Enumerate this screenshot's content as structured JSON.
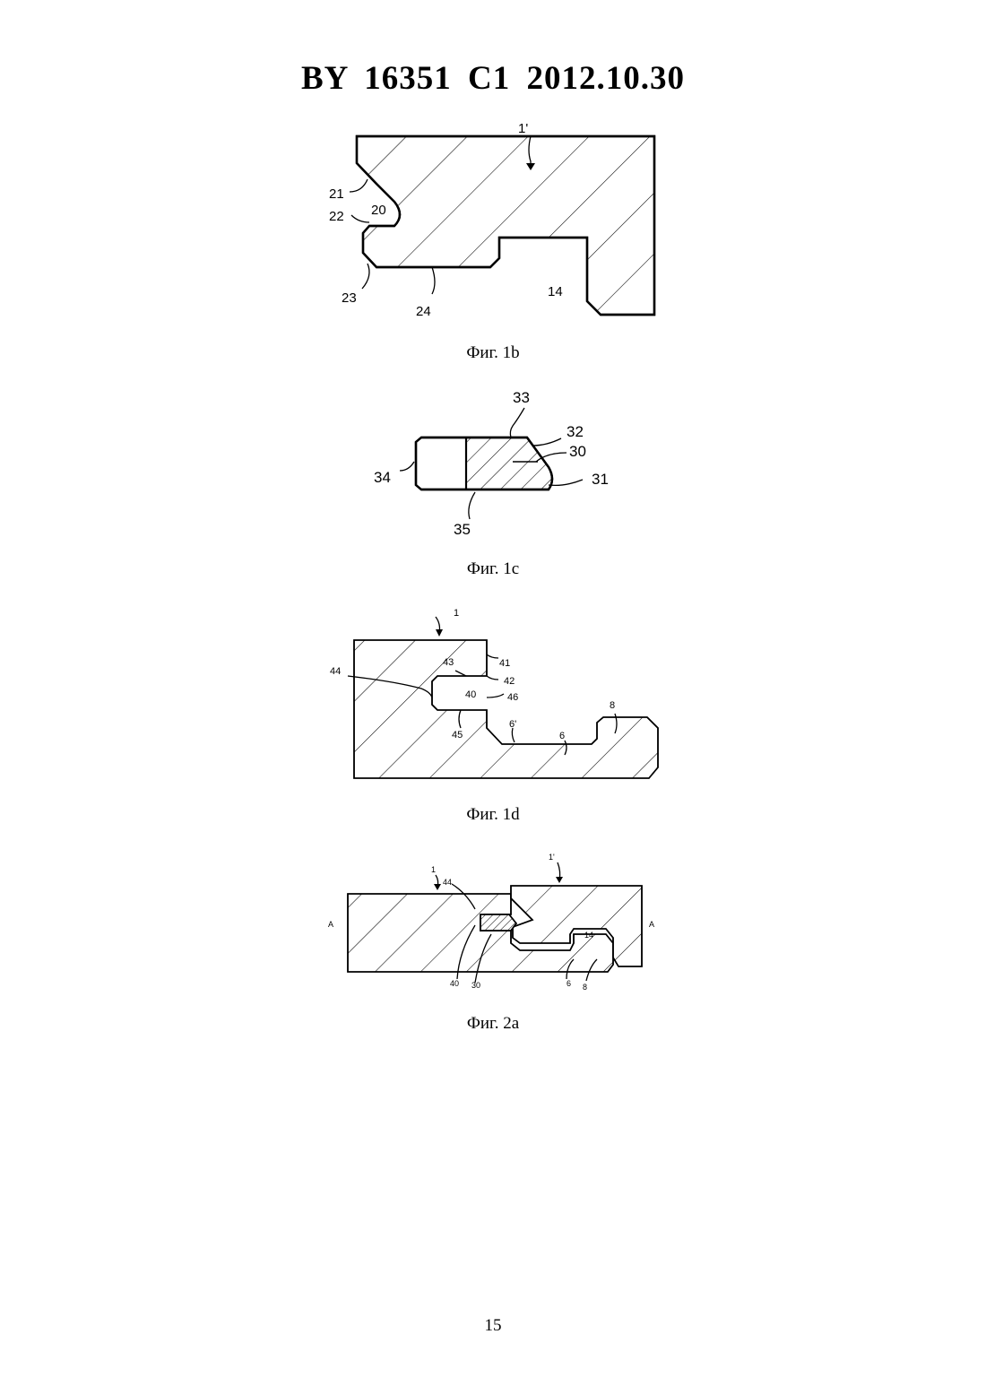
{
  "header": {
    "title": "BY  16351  C1  2012.10.30"
  },
  "figures": [
    {
      "id": "fig-1b",
      "caption": "Фиг. 1b",
      "labels": {
        "ref_1p": "1'",
        "ref_21": "21",
        "ref_20": "20",
        "ref_22": "22",
        "ref_23": "23",
        "ref_24": "24",
        "ref_14": "14"
      }
    },
    {
      "id": "fig-1c",
      "caption": "Фиг. 1c",
      "labels": {
        "ref_33": "33",
        "ref_32": "32",
        "ref_30": "30",
        "ref_34": "34",
        "ref_31": "31",
        "ref_35": "35"
      }
    },
    {
      "id": "fig-1d",
      "caption": "Фиг. 1d",
      "labels": {
        "ref_1": "1",
        "ref_44": "44",
        "ref_43": "43",
        "ref_41": "41",
        "ref_42": "42",
        "ref_40": "40",
        "ref_46": "46",
        "ref_45": "45",
        "ref_6p": "6'",
        "ref_6": "6",
        "ref_8": "8"
      }
    },
    {
      "id": "fig-2a",
      "caption": "Фиг. 2a",
      "labels": {
        "ref_1": "1",
        "ref_44": "44",
        "ref_1p": "1'",
        "ref_A_left": "A",
        "ref_A_right": "A",
        "ref_14": "14",
        "ref_40": "40",
        "ref_30": "30",
        "ref_6": "6",
        "ref_8": "8"
      }
    }
  ],
  "footer": {
    "page_number": "15"
  }
}
